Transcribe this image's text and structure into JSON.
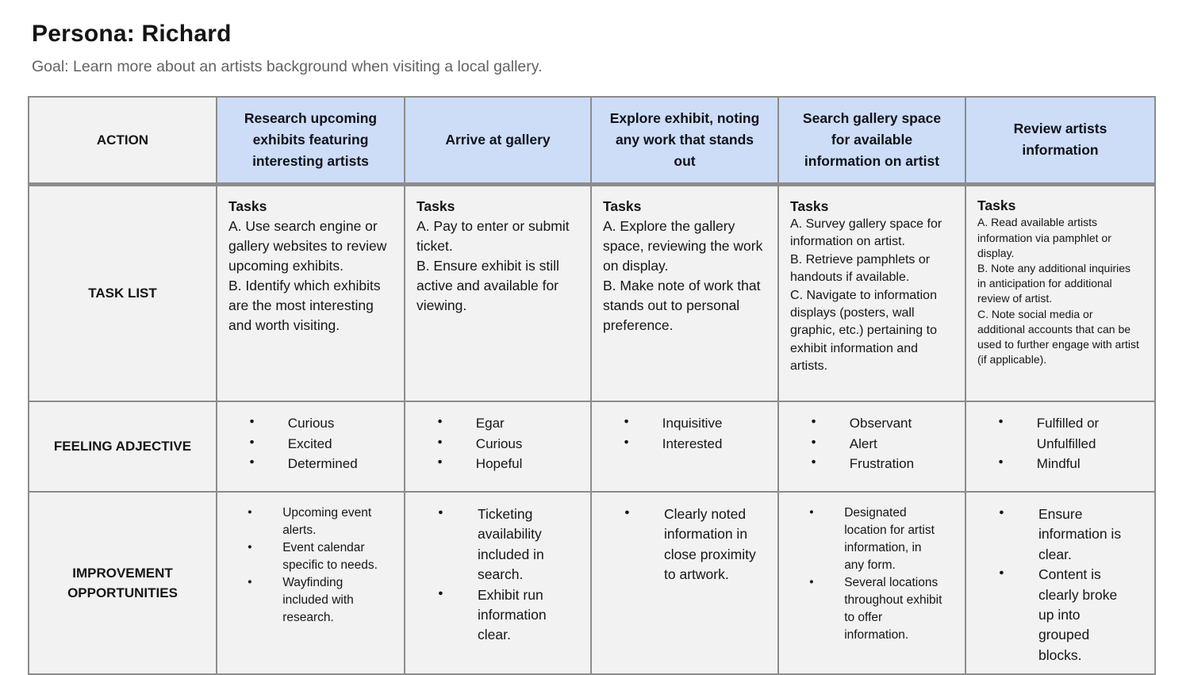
{
  "page": {
    "title": "Persona: Richard",
    "goal": "Goal: Learn more about an artists background when visiting a local gallery."
  },
  "colors": {
    "stage_header_blue": "#cdddf8",
    "cell_gray": "#f2f2f2",
    "border_gray": "#8c8c8c",
    "goal_text_gray": "#5f6368"
  },
  "table": {
    "row_headers": {
      "action": "ACTION",
      "task_list": "TASK LIST",
      "feeling_adjective": "FEELING ADJECTIVE",
      "improvement_opportunities": "IMPROVEMENT OPPORTUNITIES"
    },
    "tasks_label": "Tasks",
    "columns": [
      {
        "action": "Research upcoming exhibits featuring interesting artists",
        "tasks": [
          "A. Use search engine or gallery websites to review upcoming exhibits.",
          "B. Identify which exhibits are the most interesting and worth visiting."
        ],
        "feelings": [
          "Curious",
          "Excited",
          "Determined"
        ],
        "improvements": [
          "Upcoming event alerts.",
          "Event calendar specific to needs.",
          "Wayfinding included with research."
        ]
      },
      {
        "action": "Arrive at gallery",
        "tasks": [
          "A. Pay to enter or submit ticket.",
          "B. Ensure exhibit is still active and available for viewing."
        ],
        "feelings": [
          "Egar",
          "Curious",
          "Hopeful"
        ],
        "improvements": [
          "Ticketing availability included in search.",
          "Exhibit run information clear."
        ]
      },
      {
        "action": "Explore exhibit, noting any work that stands out",
        "tasks": [
          "A. Explore the gallery space, reviewing the work on display.",
          "B. Make note of work that stands out to personal preference."
        ],
        "feelings": [
          "Inquisitive",
          "Interested"
        ],
        "improvements": [
          "Clearly noted information in close proximity to artwork."
        ]
      },
      {
        "action": "Search gallery space for available information on artist",
        "tasks": [
          "A. Survey gallery space for information on artist.",
          "B. Retrieve pamphlets or handouts if available.",
          "C. Navigate to information displays (posters, wall graphic, etc.) pertaining to exhibit information and artists."
        ],
        "feelings": [
          "Observant",
          "Alert",
          "Frustration"
        ],
        "improvements": [
          "Designated location for artist information, in any form.",
          "Several locations throughout exhibit to offer information."
        ]
      },
      {
        "action": "Review artists information",
        "tasks": [
          "A. Read available artists information via pamphlet or display.",
          "B. Note any additional inquiries in anticipation for additional review of artist.",
          "C. Note social media or additional accounts that can be used to further engage with artist (if applicable)."
        ],
        "feelings": [
          "Fulfilled or Unfulfilled",
          "Mindful"
        ],
        "improvements": [
          "Ensure information is clear.",
          "Content is clearly broke up into grouped blocks."
        ]
      }
    ]
  }
}
